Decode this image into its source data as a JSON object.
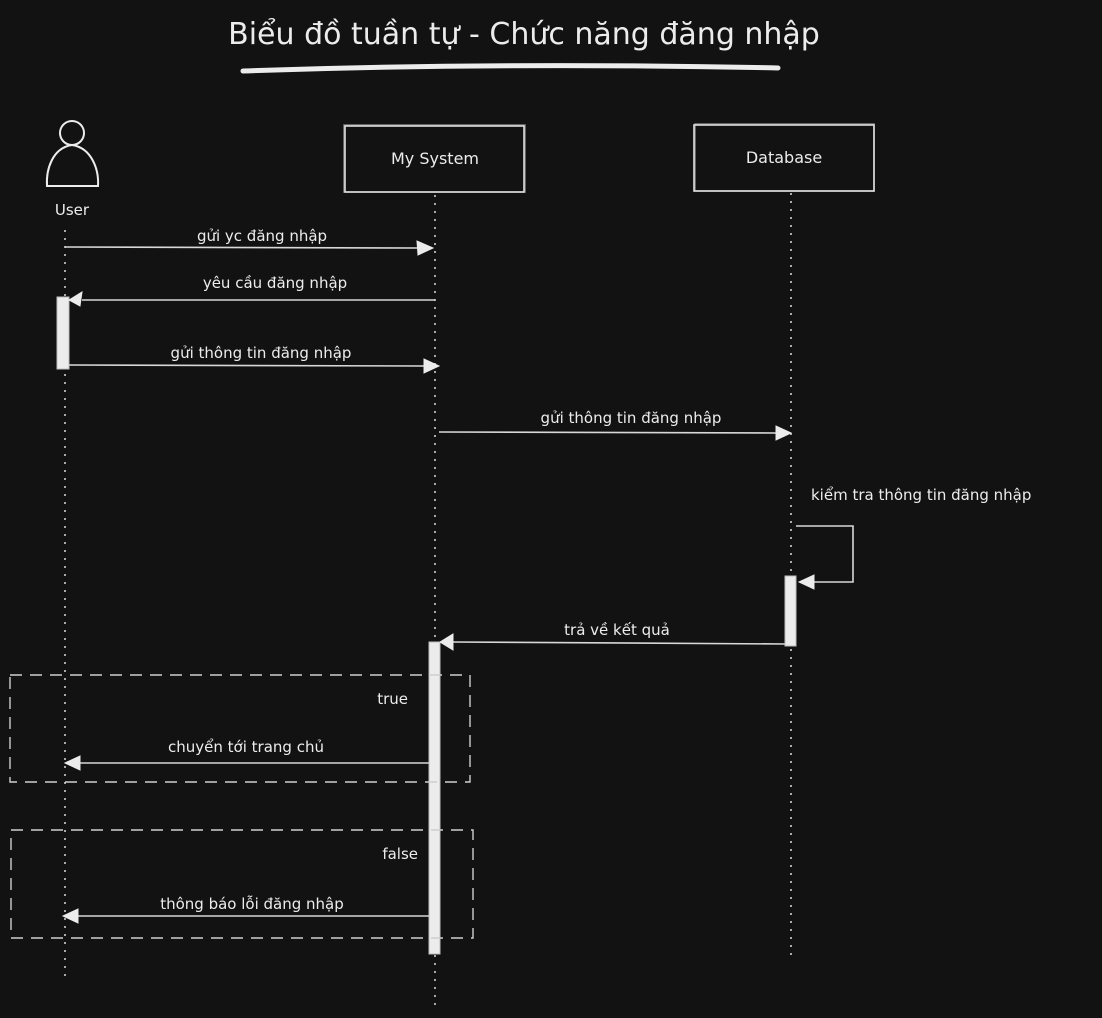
{
  "title": "Biểu đồ tuần tự - Chức năng đăng nhập",
  "participants": [
    {
      "id": "user",
      "label": "User",
      "kind": "actor"
    },
    {
      "id": "system",
      "label": "My System",
      "kind": "box"
    },
    {
      "id": "database",
      "label": "Database",
      "kind": "box"
    }
  ],
  "messages": [
    {
      "from": "user",
      "to": "system",
      "label": "gửi yc đăng nhập"
    },
    {
      "from": "system",
      "to": "user",
      "label": "yêu cầu đăng nhập"
    },
    {
      "from": "user",
      "to": "system",
      "label": "gửi thông tin đăng nhập"
    },
    {
      "from": "system",
      "to": "database",
      "label": "gửi thông tin đăng nhập"
    },
    {
      "from": "database",
      "to": "database",
      "label": "kiểm tra thông tin đăng nhập"
    },
    {
      "from": "database",
      "to": "system",
      "label": "trả về kết quả"
    },
    {
      "from": "system",
      "to": "user",
      "label": "chuyển tới trang chủ",
      "frame": "true"
    },
    {
      "from": "system",
      "to": "user",
      "label": "thông báo lỗi đăng nhập",
      "frame": "false"
    }
  ],
  "frames": [
    {
      "label": "true"
    },
    {
      "label": "false"
    }
  ]
}
